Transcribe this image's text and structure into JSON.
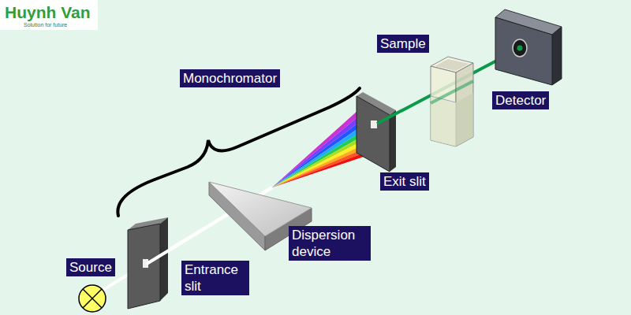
{
  "diagram": {
    "labels": [
      "Huynh Van",
      "Solution for future",
      "Monochromator",
      "Sample",
      "Detector",
      "Exit slit",
      "Dispersion device",
      "Entrance slit",
      "Source"
    ]
  }
}
